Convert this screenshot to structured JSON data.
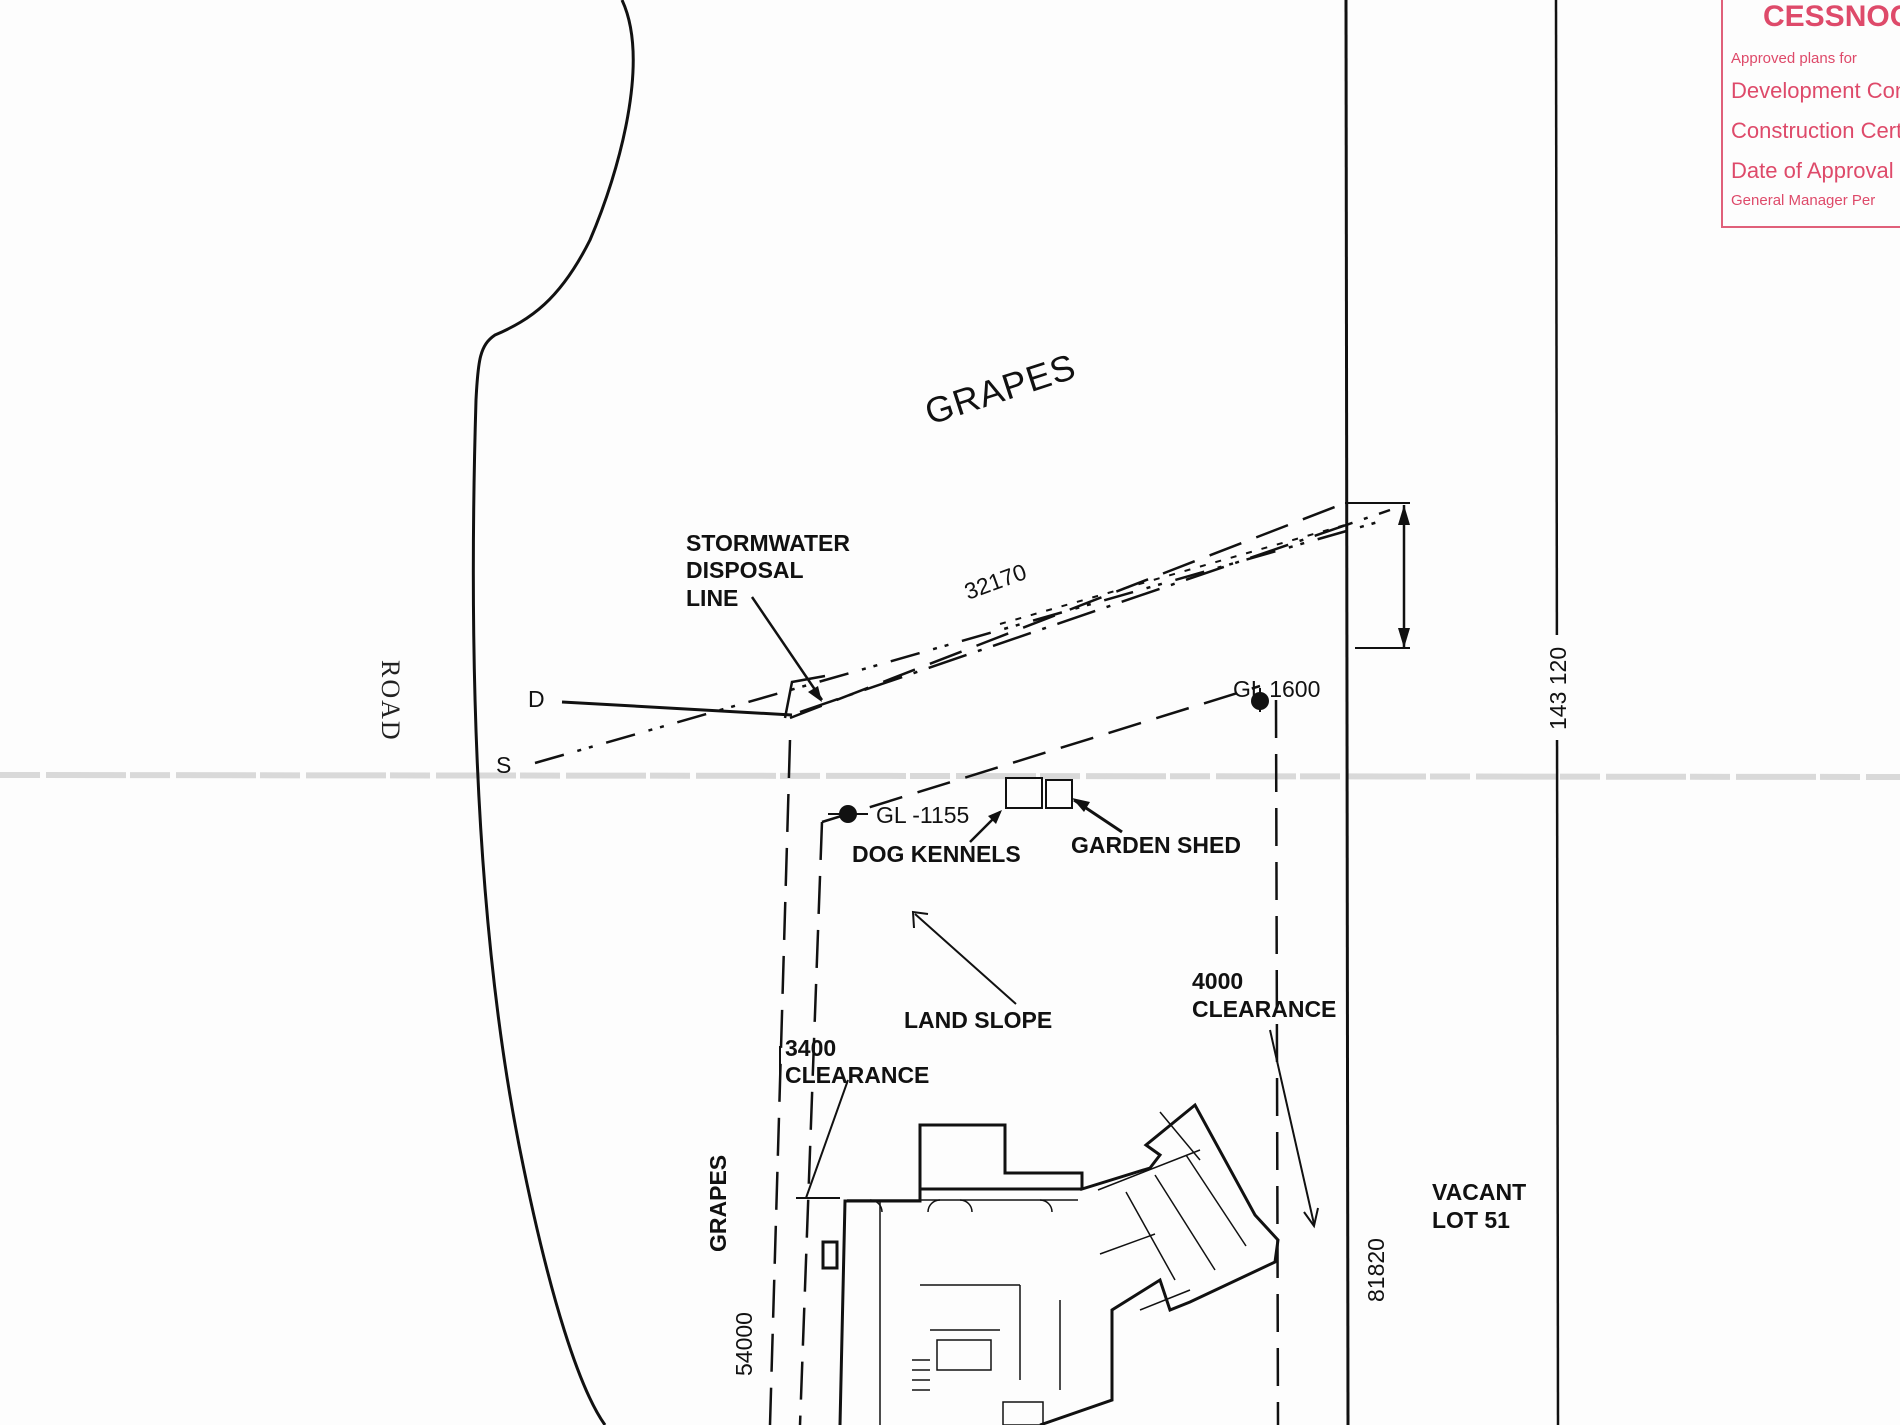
{
  "labels": {
    "road": "ROAD",
    "grapes_top": "GRAPES",
    "grapes_side": "GRAPES",
    "stormwater": [
      "STORMWATER",
      "DISPOSAL",
      "LINE"
    ],
    "dim_32170": "32170",
    "dim_143120": "143 120",
    "dim_81820": "81820",
    "dim_54000": "54000",
    "marker_d": "D",
    "marker_s": "S",
    "gl_1600": "GL 1600",
    "gl_1155": "GL -1155",
    "dog_kennels": "DOG KENNELS",
    "garden_shed": "GARDEN SHED",
    "land_slope": "LAND SLOPE",
    "clearance_4000": [
      "4000",
      "CLEARANCE"
    ],
    "clearance_3400": [
      "3400",
      "CLEARANCE"
    ],
    "vacant_lot": [
      "VACANT",
      "LOT 51"
    ]
  },
  "stamp": {
    "title": "CESSNOCK",
    "line1": "Approved plans for",
    "line2": "Development Consent",
    "line3": "Construction Certificate",
    "line4": "Date of Approval",
    "line5": "General Manager Per"
  },
  "colors": {
    "ink": "#111111",
    "stamp": "#de4a6a",
    "paper": "#fdfdfd"
  }
}
